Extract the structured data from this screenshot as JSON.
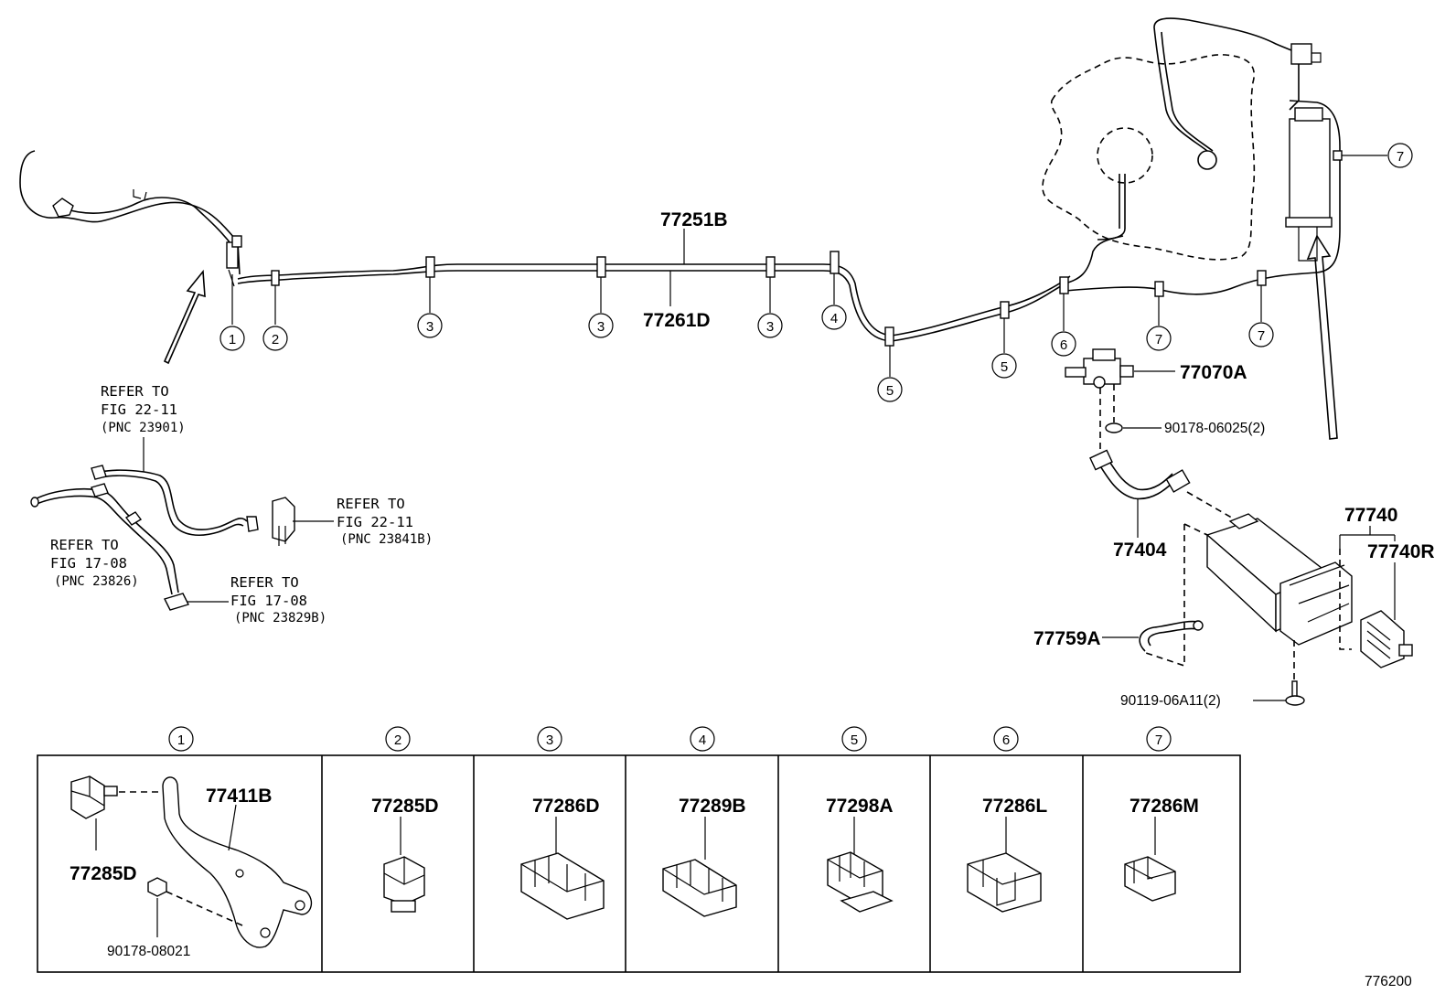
{
  "callouts": {
    "c1": "1",
    "c2": "2",
    "c3": "3",
    "c4": "4",
    "c5": "5",
    "c6": "6",
    "c7": "7"
  },
  "main_parts": {
    "tube_upper": "77251B",
    "tube_lower": "77261D",
    "vsv": "77070A",
    "nut_vsv": "90178-06025(2)",
    "hose": "77404",
    "canister": "77740",
    "canister_r": "77740R",
    "hose_small": "77759A",
    "bolt": "90119-06A11(2)"
  },
  "references": [
    {
      "line1": "REFER TO",
      "line2": "FIG 22-11",
      "line3": "(PNC 23901)"
    },
    {
      "line1": "REFER TO",
      "line2": "FIG 22-11",
      "line3": "(PNC 23841B)"
    },
    {
      "line1": "REFER TO",
      "line2": "FIG 17-08",
      "line3": "(PNC 23826)"
    },
    {
      "line1": "REFER TO",
      "line2": "FIG 17-08",
      "line3": "(PNC 23829B)"
    }
  ],
  "detail_table": {
    "cells": [
      {
        "header": "1",
        "parts": [
          "77411B",
          "77285D",
          "90178-08021"
        ]
      },
      {
        "header": "2",
        "parts": [
          "77285D"
        ]
      },
      {
        "header": "3",
        "parts": [
          "77286D"
        ]
      },
      {
        "header": "4",
        "parts": [
          "77289B"
        ]
      },
      {
        "header": "5",
        "parts": [
          "77298A"
        ]
      },
      {
        "header": "6",
        "parts": [
          "77286L"
        ]
      },
      {
        "header": "7",
        "parts": [
          "77286M"
        ]
      }
    ]
  },
  "figure_number": "776200"
}
